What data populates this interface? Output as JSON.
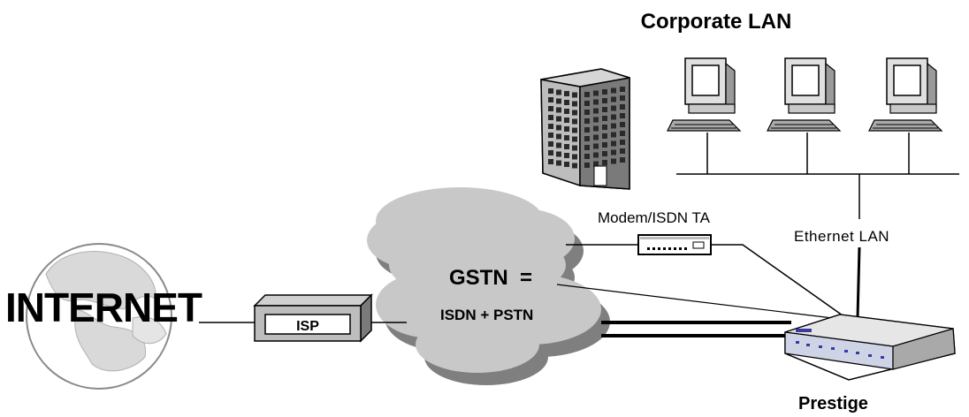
{
  "labels": {
    "corporate_lan": "Corporate LAN",
    "modem_isdn_ta": "Modem/ISDN TA",
    "ethernet_lan": "Ethernet LAN",
    "internet": "INTERNET",
    "isp": "ISP",
    "gstn": "GSTN  =",
    "isdn_pstn": "ISDN + PSTN",
    "prestige": "Prestige"
  },
  "icons": {
    "building": "office-building-icon",
    "computer": "desktop-computer-icon",
    "globe": "globe-icon",
    "cloud": "cloud-icon",
    "modem": "modem-icon",
    "router": "router-icon"
  },
  "colors": {
    "cloud_fill": "#c8c8c8",
    "cloud_shadow": "#7f7f7f",
    "globe_land": "#d9d9d9",
    "globe_sea": "#ffffff",
    "line": "#000000"
  }
}
